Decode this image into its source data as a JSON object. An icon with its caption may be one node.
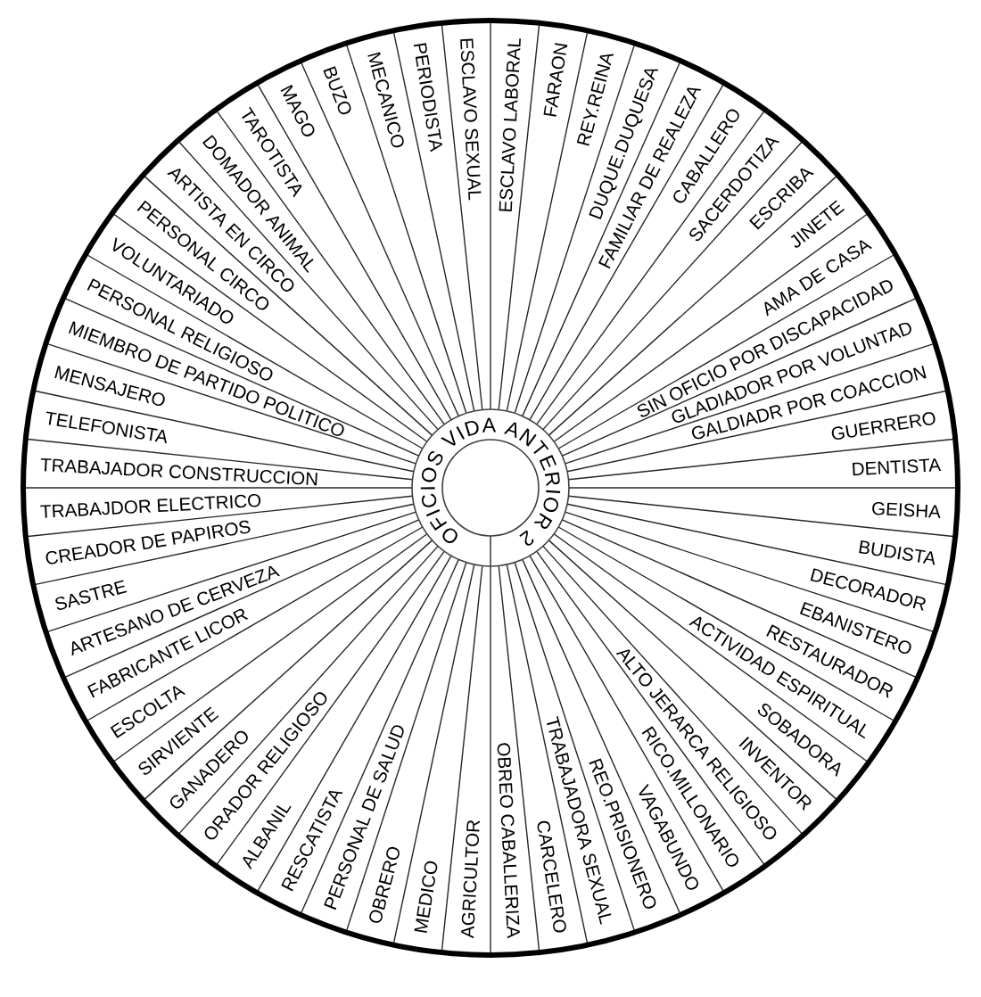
{
  "diagram": {
    "title": "OFICIOS VIDA ANTERIOR 2",
    "nodes": [
      {
        "text": [
          "ESCLAVO LABORAL"
        ]
      },
      {
        "text": [
          "FARAON"
        ]
      },
      {
        "text": [
          "REY.REINA"
        ]
      },
      {
        "text": [
          "DUQUE.DUQUESA"
        ]
      },
      {
        "text": [
          "FAMILIAR DE REALEZA"
        ]
      },
      {
        "text": [
          "CABALLERO"
        ]
      },
      {
        "text": [
          "SACERDOTIZA"
        ]
      },
      {
        "text": [
          "ESCRIBA"
        ]
      },
      {
        "text": [
          "JINETE"
        ]
      },
      {
        "text": [
          "AMA DE CASA"
        ]
      },
      {
        "text": [
          "SIN OFICIO POR DISCAPACIDAD"
        ]
      },
      {
        "text": [
          "GLADIADOR POR VOLUNTAD"
        ]
      },
      {
        "text": [
          "GALDIADR POR COACCION"
        ]
      },
      {
        "text": [
          "GUERRERO"
        ]
      },
      {
        "text": [
          "DENTISTA"
        ]
      },
      {
        "text": [
          "GEISHA"
        ]
      },
      {
        "text": [
          "BUDISTA"
        ]
      },
      {
        "text": [
          "DECORADOR"
        ]
      },
      {
        "text": [
          "EBANISTERO"
        ]
      },
      {
        "text": [
          "RESTAURADOR"
        ]
      },
      {
        "text": [
          "ACTIVIDAD ESPIRITUAL"
        ]
      },
      {
        "text": [
          "SOBADORA"
        ]
      },
      {
        "text": [
          "INVENTOR"
        ]
      },
      {
        "text": [
          "ALTO JERARCA RELIGIOSO"
        ]
      },
      {
        "text": [
          "RICO.MILLONARIO"
        ]
      },
      {
        "text": [
          "VAGABUNDO"
        ]
      },
      {
        "text": [
          "REO.PRISIONERO"
        ]
      },
      {
        "text": [
          "TRABAJADORA SEXUAL"
        ]
      },
      {
        "text": [
          "CARCELERO"
        ]
      },
      {
        "text": [
          "OBREO CABALLERIZA"
        ]
      },
      {
        "text": [
          "AGRICULTOR"
        ]
      },
      {
        "text": [
          "MEDICO"
        ]
      },
      {
        "text": [
          "OBRERO"
        ]
      },
      {
        "text": [
          "PERSONAL DE SALUD"
        ]
      },
      {
        "text": [
          "RESCATISTA"
        ]
      },
      {
        "text": [
          "ALBANIL"
        ]
      },
      {
        "text": [
          "ORADOR RELIGIOSO"
        ]
      },
      {
        "text": [
          "GANADERO"
        ]
      },
      {
        "text": [
          "SIRVIENTE"
        ]
      },
      {
        "text": [
          "ESCOLTA"
        ]
      },
      {
        "text": [
          "FABRICANTE LICOR"
        ]
      },
      {
        "text": [
          "ARTESANO DE CERVEZA"
        ]
      },
      {
        "text": [
          "SASTRE"
        ]
      },
      {
        "text": [
          "CREADOR DE PAPIROS"
        ]
      },
      {
        "text": [
          "TRABAJDOR ELECTRICO"
        ]
      },
      {
        "text": [
          "TRABAJADOR CONSTRUCCION"
        ]
      },
      {
        "text": [
          "TELEFONISTA"
        ]
      },
      {
        "text": [
          "MENSAJERO"
        ]
      },
      {
        "text": [
          "MIEMBRO DE PARTIDO POLITICO"
        ]
      },
      {
        "text": [
          "PERSONAL RELIGIOSO"
        ]
      },
      {
        "text": [
          "VOLUNTARIADO"
        ]
      },
      {
        "text": [
          "PERSONAL CIRCO"
        ]
      },
      {
        "text": [
          "ARTISTA EN CIRCO"
        ]
      },
      {
        "text": [
          "DOMADOR ANIMAL"
        ]
      },
      {
        "text": [
          "TAROTISTA"
        ]
      },
      {
        "text": [
          "MAGO"
        ]
      },
      {
        "text": [
          "BUZO"
        ]
      },
      {
        "text": [
          "MECANICO"
        ]
      },
      {
        "text": [
          "PERIODISTA"
        ]
      },
      {
        "text": [
          "ESCLAVO SEXUAL"
        ]
      }
    ]
  }
}
